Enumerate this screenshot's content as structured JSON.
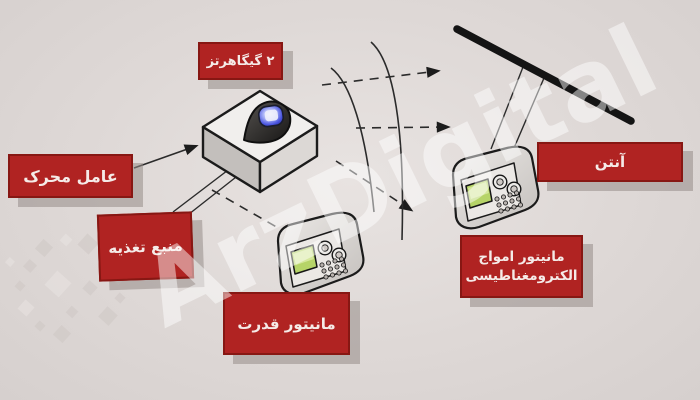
{
  "diagram": {
    "labels": {
      "frequency": "۲ گیگاهرتز",
      "actuator": "عامل محرک",
      "power_supply": "منبع تغذیه",
      "power_monitor": "مانیتور قدرت",
      "em_monitor_line1": "مانیتور امواج",
      "em_monitor_line2": "الکترومغناطیسی",
      "antenna": "آنتن"
    },
    "colors": {
      "label_background": "#b02322",
      "label_border": "#871713",
      "label_text": "#f5ebe8",
      "background": "#ded8d6",
      "gem_accent": "#4a55e0",
      "line_color": "#2b2b2b"
    },
    "watermark": {
      "text": "ArzDigital"
    }
  }
}
